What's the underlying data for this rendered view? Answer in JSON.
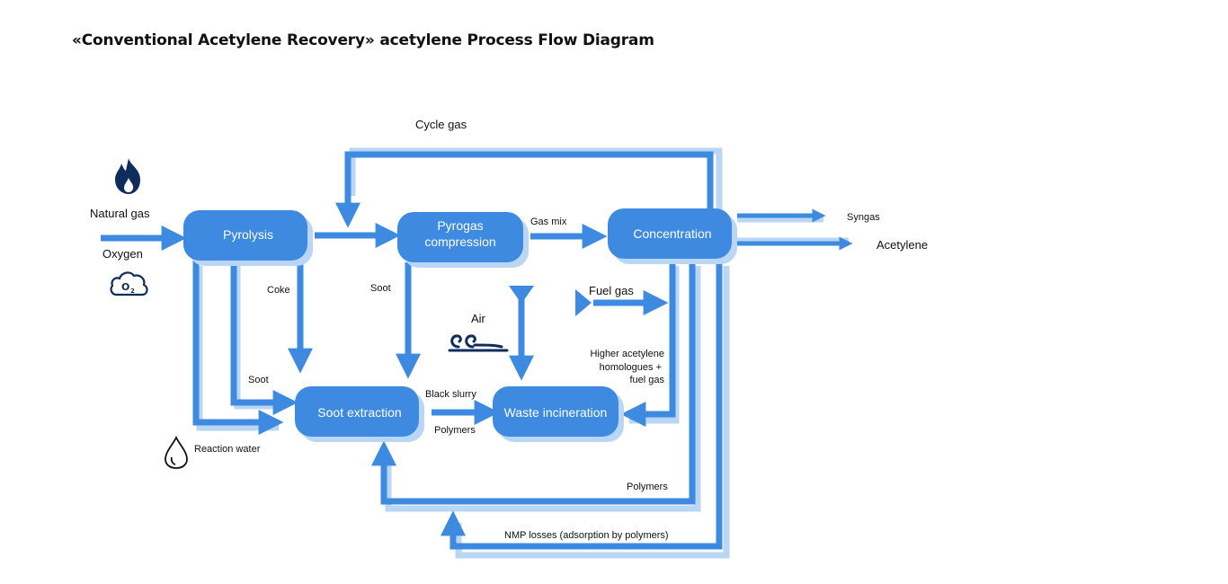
{
  "title": "«Conventional Acetylene Recovery» acetylene Process Flow Diagram",
  "colors": {
    "main": "#3d8ae0",
    "shadow": "#b9d6f5",
    "icon": "#0f2d5c"
  },
  "nodes": {
    "pyrolysis": "Pyrolysis",
    "pyrogas_1": "Pyrogas",
    "pyrogas_2": "compression",
    "concentration": "Concentration",
    "soot_extraction": "Soot extraction",
    "waste_incineration": "Waste incineration"
  },
  "labels": {
    "natural_gas": "Natural gas",
    "oxygen": "Oxygen",
    "cycle_gas": "Cycle gas",
    "gas_mix": "Gas mix",
    "syngas": "Syngas",
    "acetylene": "Acetylene",
    "coke": "Coke",
    "soot_left": "Soot",
    "soot_mid": "Soot",
    "air": "Air",
    "fuel_gas": "Fuel gas",
    "higher_1": "Higher acetylene",
    "higher_2": "homologues +",
    "higher_3": "fuel gas",
    "black_slurry": "Black slurry",
    "polymers_mid": "Polymers",
    "reaction_water": "Reaction water",
    "polymers_bottom": "Polymers",
    "nmp_losses": "NMP losses (adsorption by polymers)"
  },
  "icons": {
    "natural_gas": "flame-icon",
    "oxygen": "oxygen-cloud-icon",
    "air": "wind-icon",
    "reaction_water": "water-drop-icon"
  }
}
